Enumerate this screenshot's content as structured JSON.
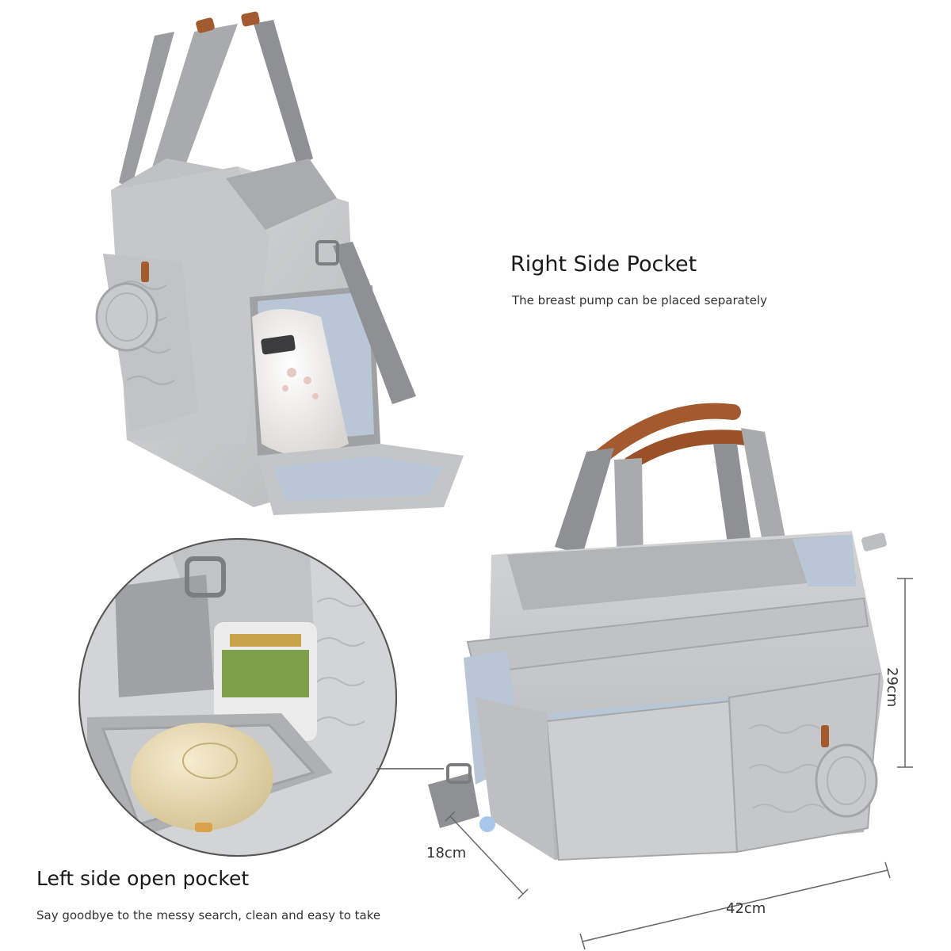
{
  "captions": {
    "right_pocket_title": "Right Side Pocket",
    "right_pocket_sub": "The breast pump can be placed separately",
    "left_pocket_title": "Left side open pocket",
    "left_pocket_sub": "Say goodbye to the messy search, clean and easy to take"
  },
  "dimensions": {
    "height": "29cm",
    "depth": "18cm",
    "width": "42cm"
  },
  "colors": {
    "bag_gray": "#c9cacb",
    "bag_shadow": "#9fa1a3",
    "strap_gray": "#8e9093",
    "leather_brown": "#a35a2f",
    "lining_blue": "#b8c6d6",
    "pump_white": "#f1eeea",
    "pump_pink": "#e6c9c2",
    "pod_cream": "#eadcb6"
  }
}
